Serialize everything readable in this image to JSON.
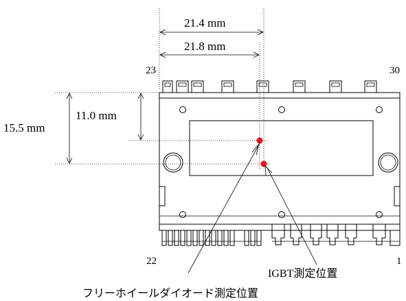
{
  "diagram": {
    "dimensions": {
      "width_igbt": "21.4 mm",
      "width_diode": "21.8 mm",
      "height_igbt": "15.5 mm",
      "height_diode": "11.0 mm"
    },
    "pins": {
      "top_left": "23",
      "top_right": "30",
      "bottom_left": "22",
      "bottom_right": "1"
    },
    "labels": {
      "igbt_point": "IGBT測定位置",
      "diode_point": "フリーホイールダイオード測定位置"
    },
    "colors": {
      "measurement_point": "#e8141e"
    }
  }
}
